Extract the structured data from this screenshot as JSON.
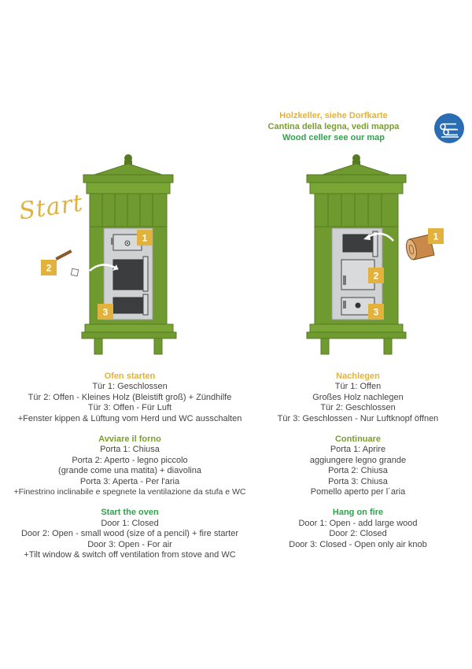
{
  "cellar": {
    "de": "Holzkeller, siehe Dorfkarte",
    "it": "Cantina della legna, vedi mappa",
    "en": "Wood celler see our map"
  },
  "icons": {
    "map": "wood-stack-icon",
    "log": "wood-log-icon",
    "stick": "small-wood-icon",
    "firestarter": "fire-starter-icon",
    "arrow": "curved-arrow-icon"
  },
  "colors": {
    "stove_green": "#6f9a2f",
    "stove_dark": "#567a22",
    "door_panel": "#cfd1d3",
    "badge": "#e3b23c",
    "map_blue": "#2a6db3"
  },
  "start_label": "Start",
  "left_stove": {
    "badges": [
      "1",
      "2",
      "3"
    ]
  },
  "right_stove": {
    "badges": [
      "1",
      "2",
      "3"
    ]
  },
  "left_text": [
    {
      "heading": "Ofen starten",
      "lines": [
        "Tür 1: Geschlossen",
        "Tür 2: Offen - Kleines Holz (Bleistift groß) + Zündhilfe",
        "Tür 3: Offen - Für Luft",
        "+Fenster kippen & Lüftung vom Herd und WC ausschalten"
      ]
    },
    {
      "heading": "Avviare il forno",
      "lines": [
        "Porta 1: Chiusa",
        "Porta 2: Aperto - legno piccolo",
        "(grande come una matita) + diavolina",
        "Porta 3: Aperta - Per l'aria",
        "+Finestrino inclinabile e spegnete la ventilazione da stufa e WC"
      ]
    },
    {
      "heading": "Start the oven",
      "lines": [
        "Door 1: Closed",
        "Door 2: Open - small wood (size of a pencil) + fire starter",
        "Door 3: Open - For air",
        "+Tilt window & switch off ventilation from stove and WC"
      ]
    }
  ],
  "right_text": [
    {
      "heading": "Nachlegen",
      "lines": [
        "Tür 1: Offen",
        "Großes Holz nachlegen",
        "Tür 2: Geschlossen",
        "Tür 3: Geschlossen - Nur Luftknopf öffnen"
      ]
    },
    {
      "heading": "Continuare",
      "lines": [
        "Porta 1: Aprire",
        "aggiungere legno grande",
        "Porta 2: Chiusa",
        "Porta 3: Chiusa",
        "Pomello aperto per l´aria"
      ]
    },
    {
      "heading": "Hang on fire",
      "lines": [
        "Door 1: Open - add large wood",
        "Door 2: Closed",
        "Door 3: Closed - Open only air knob"
      ]
    }
  ]
}
